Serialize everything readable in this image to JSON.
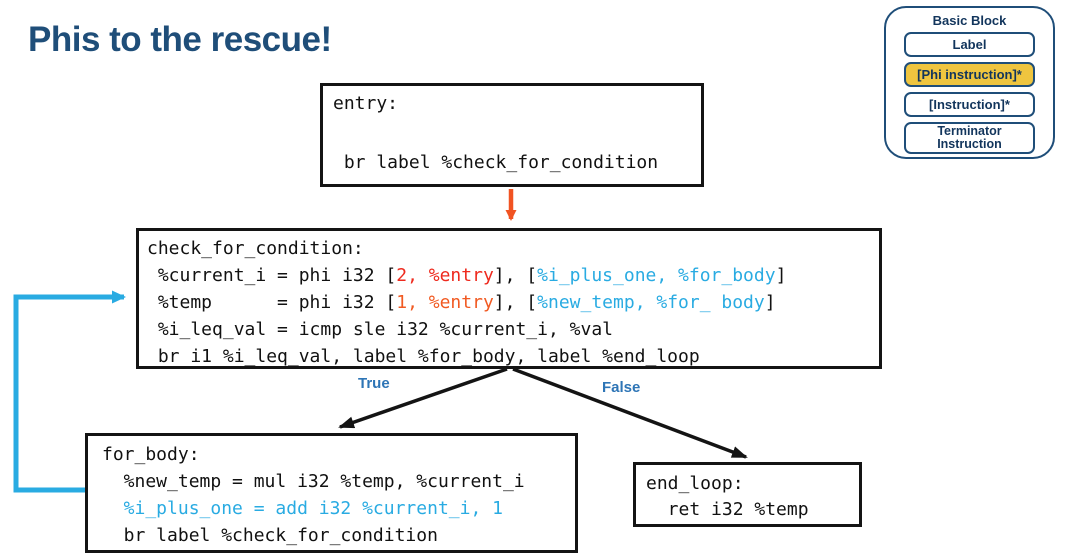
{
  "title": "Phis to the rescue!",
  "colors": {
    "title_navy": "#1f4e79",
    "red": "#ee2a1e",
    "orange": "#f15a22",
    "cyan": "#29abe2",
    "edge_orange": "#f15322",
    "edge_blue": "#29abe2",
    "edge_black": "#141414",
    "branch_label_blue": "#2e75b6",
    "legend_navy": "#1f4e79",
    "legend_highlight_yellow": "#efc53f"
  },
  "blocks": {
    "entry": {
      "lines": [
        {
          "segments": [
            {
              "t": "entry:"
            }
          ]
        },
        {
          "segments": [
            {
              "t": " br label %check_for_condition"
            }
          ]
        }
      ]
    },
    "check_for_condition": {
      "lines": [
        {
          "segments": [
            {
              "t": "check_for_condition:"
            }
          ]
        },
        {
          "segments": [
            {
              "t": " %current_i = phi i32 ["
            },
            {
              "t": "2, %entry",
              "c": "red"
            },
            {
              "t": "], ["
            },
            {
              "t": "%i_plus_one, %for_body",
              "c": "cyan"
            },
            {
              "t": "]"
            }
          ]
        },
        {
          "segments": [
            {
              "t": " %temp      = phi i32 ["
            },
            {
              "t": "1, %entry",
              "c": "orange"
            },
            {
              "t": "], ["
            },
            {
              "t": "%new_temp, %for_ body",
              "c": "cyan"
            },
            {
              "t": "]"
            }
          ]
        },
        {
          "segments": [
            {
              "t": " %i_leq_val = icmp sle i32 %current_i, %val"
            }
          ]
        },
        {
          "segments": [
            {
              "t": " br i1 %i_leq_val, label %for_body, label %end_loop"
            }
          ]
        }
      ]
    },
    "for_body": {
      "lines": [
        {
          "segments": [
            {
              "t": "for_body:"
            }
          ]
        },
        {
          "segments": [
            {
              "t": "  %new_temp = mul i32 %temp, %current_i"
            }
          ]
        },
        {
          "segments": [
            {
              "t": "  %i_plus_one = add i32 %current_i, 1",
              "c": "cyan"
            }
          ]
        },
        {
          "segments": [
            {
              "t": "  br label %check_for_condition"
            }
          ]
        }
      ]
    },
    "end_loop": {
      "lines": [
        {
          "segments": [
            {
              "t": "end_loop:"
            }
          ]
        },
        {
          "segments": [
            {
              "t": "  ret i32 %temp"
            }
          ]
        }
      ]
    }
  },
  "edges": {
    "true_label": "True",
    "false_label": "False"
  },
  "legend": {
    "title": "Basic Block",
    "items": [
      {
        "label": "Label",
        "highlight": false
      },
      {
        "label": "[Phi instruction]*",
        "highlight": true
      },
      {
        "label": "[Instruction]*",
        "highlight": false
      },
      {
        "label": "Terminator Instruction",
        "highlight": false
      }
    ]
  }
}
